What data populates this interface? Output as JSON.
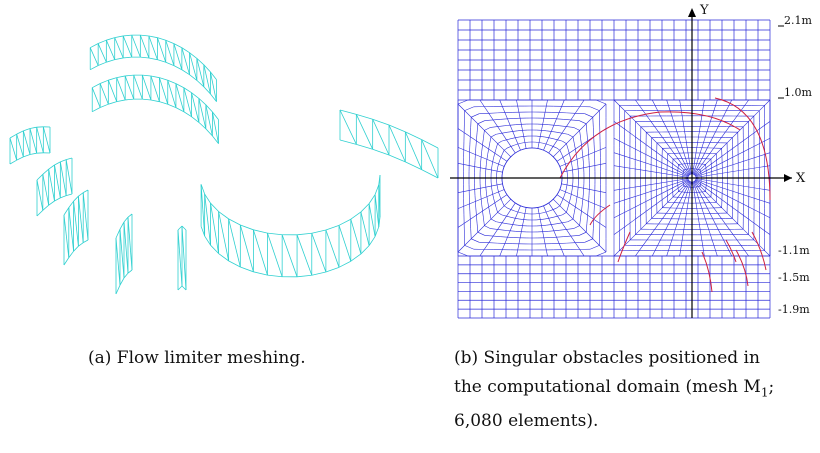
{
  "figure": {
    "panel_a": {
      "caption": "(a) Flow limiter meshing.",
      "mesh_color": "#2fd0d0"
    },
    "panel_b": {
      "caption_line1": "(b) Singular obstacles positioned in",
      "caption_line2": "the computational domain (mesh M",
      "caption_subscript": "1",
      "caption_line2_end": ";",
      "caption_line3": "6,080 elements).",
      "axis_x_label": "X",
      "axis_y_label": "Y",
      "level_labels": [
        "2.1m",
        "1.0m",
        "-1.1m",
        "-1.5m",
        "-1.9m"
      ],
      "mesh_color": "#2a2ad8",
      "obstacle_color": "#d02040"
    }
  }
}
